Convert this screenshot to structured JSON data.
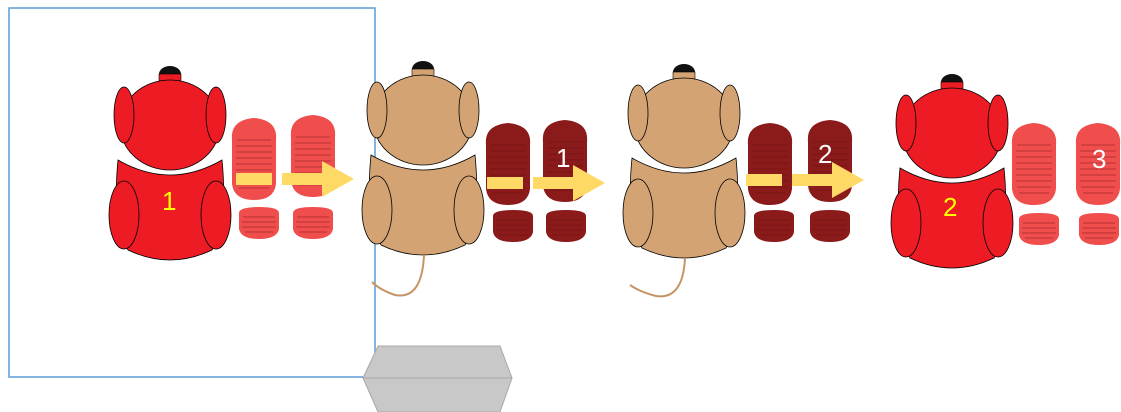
{
  "labels": {
    "mouse1": "1",
    "pellet_a": "1",
    "pellet_b": "2",
    "mouse2": "2",
    "pellet_c": "3"
  },
  "colors": {
    "red_mouse": "#ED1C24",
    "tan_mouse": "#D4A373",
    "dark_feces": "#8B1A1A",
    "light_feces": "#F04D4D",
    "arrow": "#FFD966",
    "frame": "#5B9BD5",
    "yellow_label": "#FFFF00"
  },
  "icons": [
    "mouse-icon",
    "feces-icon",
    "arrow-icon",
    "frame-box",
    "hexagon-shape"
  ]
}
